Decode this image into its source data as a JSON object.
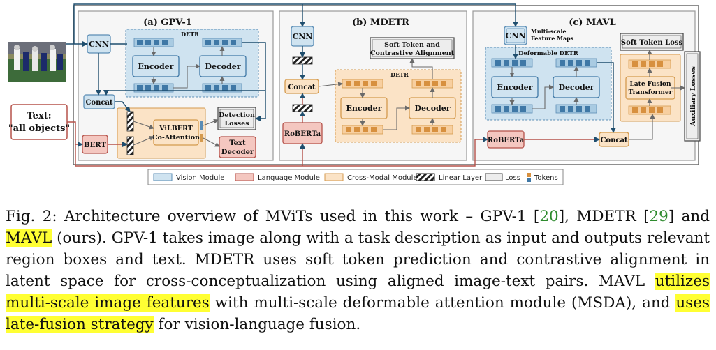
{
  "panels": {
    "gpv": {
      "title": "(a) GPV-1",
      "cnn": "CNN",
      "detr": "DETR",
      "encoder": "Encoder",
      "decoder": "Decoder",
      "concat": "Concat",
      "bert": "BERT",
      "vilbert_1": "ViLBERT",
      "vilbert_2": "Co-Attention",
      "detection_1": "Detection",
      "detection_2": "Losses",
      "textdec_1": "Text",
      "textdec_2": "Decoder"
    },
    "mdetr": {
      "title": "(b) MDETR",
      "cnn": "CNN",
      "concat": "Concat",
      "roberta": "RoBERTa",
      "detr": "DETR",
      "encoder": "Encoder",
      "decoder": "Decoder",
      "soft_1": "Soft Token and",
      "soft_2": "Contrastive Alignment"
    },
    "mavl": {
      "title": "(c) MAVL",
      "cnn": "CNN",
      "multiscale_1": "Multi-scale",
      "multiscale_2": "Feature Maps",
      "deformable": "Deformable DETR",
      "encoder": "Encoder",
      "decoder": "Decoder",
      "soft_loss": "Soft Token Loss",
      "late_1": "Late Fusion",
      "late_2": "Transformer",
      "aux": "Auxiliary Losses",
      "roberta": "RoBERTa",
      "concat": "Concat"
    }
  },
  "text_input": {
    "line1": "Text:",
    "line2": "\"all objects\""
  },
  "legend": {
    "vision": "Vision Module",
    "language": "Language Module",
    "cross": "Cross-Modal Module",
    "linear": "Linear Layer",
    "loss": "Loss",
    "tokens": "Tokens"
  },
  "colors": {
    "vision": "#cfe3f0",
    "vision_border": "#5b8db5",
    "language": "#f4c7c0",
    "language_border": "#b5524a",
    "cross": "#fbe3c6",
    "cross_border": "#d49a4e",
    "highlight": "#ffff33"
  },
  "caption": {
    "fig": "Fig. 2: Architecture overview of MViTs used in this work – GPV-1 [",
    "ref1": "20",
    "p2": "], MDETR [",
    "ref2": "29",
    "p3": "] and ",
    "h1": "MAVL",
    "p4": " (ours). GPV-1 takes image along with a task description as input and outputs relevant region boxes and text. MDETR uses soft token prediction and contrastive alignment in latent space for cross-conceptualization using aligned image-text pairs. MAVL ",
    "h2": "utilizes multi-scale image features",
    "p5": " with multi-scale deformable attention module (MSDA), and ",
    "h3": "uses late-fusion strategy",
    "p6": " for vision-language fusion."
  }
}
